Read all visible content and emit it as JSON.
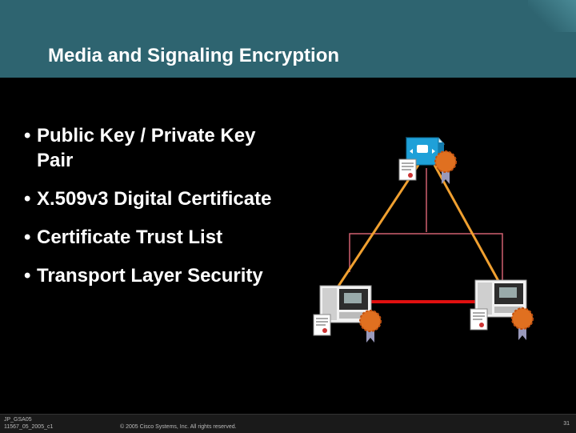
{
  "slide": {
    "title": "Media and Signaling Encryption",
    "bullets": [
      "Public Key / Private Key Pair",
      "X.509v3 Digital Certificate",
      "Certificate Trust List",
      "Transport Layer Security"
    ],
    "bullet_glyph": "•"
  },
  "footer": {
    "code_line1": "JP_GSA05",
    "code_line2": "11567_05_2005_c1",
    "copyright": "© 2005 Cisco Systems, Inc. All rights reserved.",
    "page_number": "31"
  },
  "diagram": {
    "nodes": [
      "call-manager-server",
      "ip-phone-left",
      "ip-phone-right"
    ],
    "colors": {
      "tls_link": "#f0a030",
      "srtp_link": "#e01010",
      "network_line": "#d06070",
      "seal": "#e07020",
      "header_bg": "#2e6470"
    }
  }
}
